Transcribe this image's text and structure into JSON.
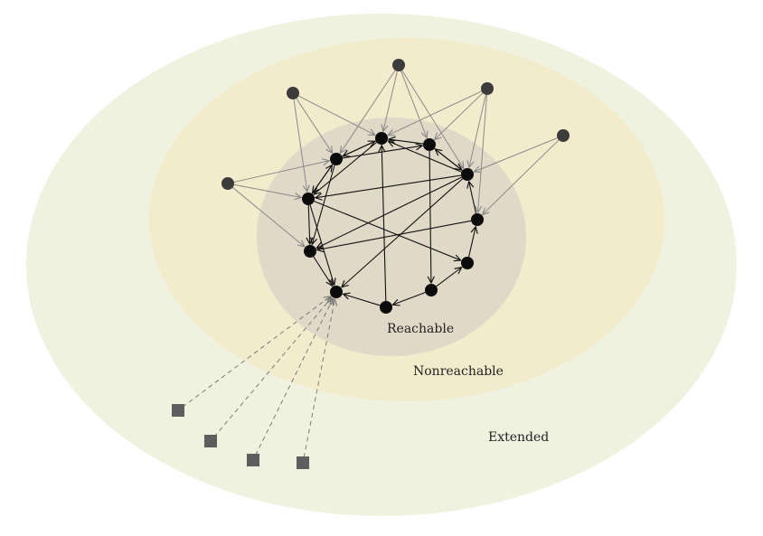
{
  "diagram": {
    "labels": {
      "reachable": "Reachable",
      "nonreachable": "Nonreachable",
      "extended": "Extended"
    },
    "colors": {
      "extended_fill": "#f0f2e0",
      "nonreachable_fill": "#f2ebcc",
      "reachable_fill": "#e1d9c8",
      "core_node": "#0b0b0b",
      "outer_node": "#3c3c3c",
      "square_node": "#5e5e5e",
      "core_edge": "#111111",
      "outer_edge": "#8a8a8a",
      "dashed_edge": "#7a7a7a"
    }
  }
}
